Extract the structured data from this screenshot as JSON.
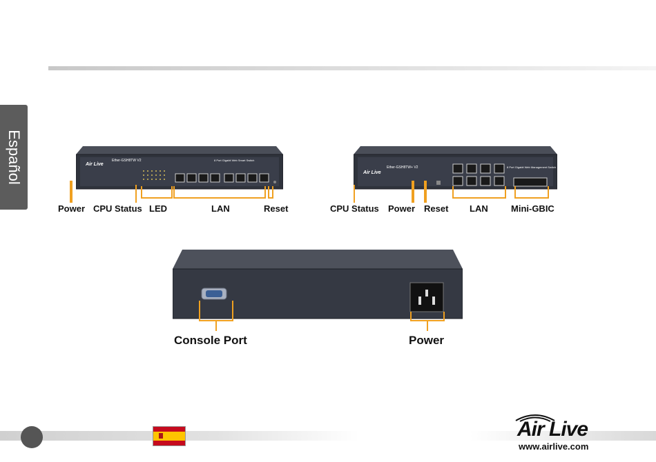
{
  "side_tab": {
    "language": "Español"
  },
  "front_panel_1": {
    "model": "Ether-GSH8TW V2",
    "description": "8 Port Gigabit Web Smart Switch",
    "labels": {
      "power": "Power",
      "cpu_status": "CPU Status",
      "led": "LED",
      "lan": "LAN",
      "reset": "Reset"
    }
  },
  "front_panel_2": {
    "model": "Ether-GSH8TW+ V2",
    "description": "8 Port Gigabit Web Management Switch",
    "labels": {
      "cpu_status": "CPU Status",
      "power": "Power",
      "reset": "Reset",
      "lan": "LAN",
      "mini_gbic": "Mini-GBIC"
    }
  },
  "rear_panel": {
    "labels": {
      "console_port": "Console Port",
      "power": "Power"
    }
  },
  "footer": {
    "brand": "Air Live",
    "url": "www.airlive.com",
    "flag": "spain-flag-icon"
  },
  "colors": {
    "callout": "#f0a020",
    "tab": "#5c5c5c",
    "device": "#3a3e48"
  }
}
